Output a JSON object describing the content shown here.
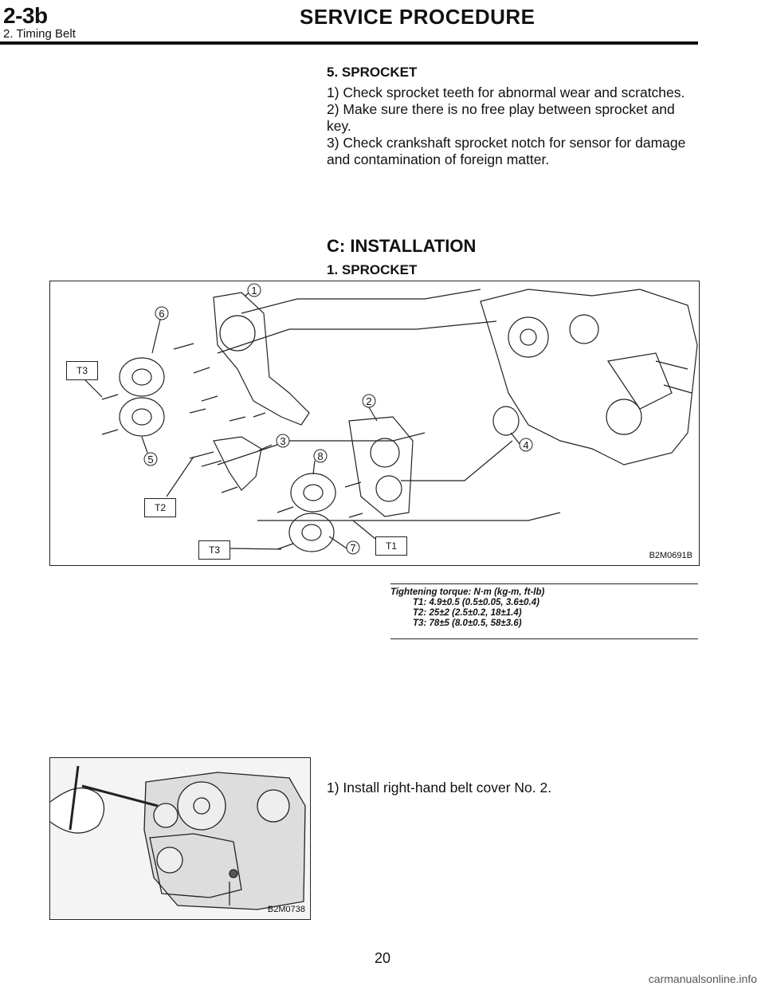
{
  "header": {
    "section_code": "2-3b",
    "section_sub": "2. Timing Belt",
    "title": "SERVICE PROCEDURE"
  },
  "sprocket_check": {
    "heading": "5.  SPROCKET",
    "items": [
      "1)  Check sprocket teeth for abnormal wear and scratches.",
      "2)  Make sure there is no free play between sprocket and key.",
      "3)  Check crankshaft sprocket notch for sensor for damage and contamination of foreign matter."
    ]
  },
  "installation": {
    "heading": "C:  INSTALLATION",
    "subheading": "1.  SPROCKET"
  },
  "figure1": {
    "code": "B2M0691B",
    "callouts": [
      "1",
      "2",
      "3",
      "4",
      "5",
      "6",
      "7",
      "8"
    ],
    "torque_labels": [
      "T3",
      "T2",
      "T3",
      "T1"
    ]
  },
  "torque": {
    "title": "Tightening torque: N·m (kg-m, ft-lb)",
    "items": [
      "T1: 4.9±0.5 (0.5±0.05, 3.6±0.4)",
      "T2: 25±2 (2.5±0.2, 18±1.4)",
      "T3: 78±5 (8.0±0.5, 58±3.6)"
    ]
  },
  "step1": {
    "text": "1)  Install right-hand belt cover No. 2."
  },
  "figure2": {
    "code": "B2M0738"
  },
  "footer": {
    "page_number": "20",
    "watermark": "carmanualsonline.info"
  }
}
